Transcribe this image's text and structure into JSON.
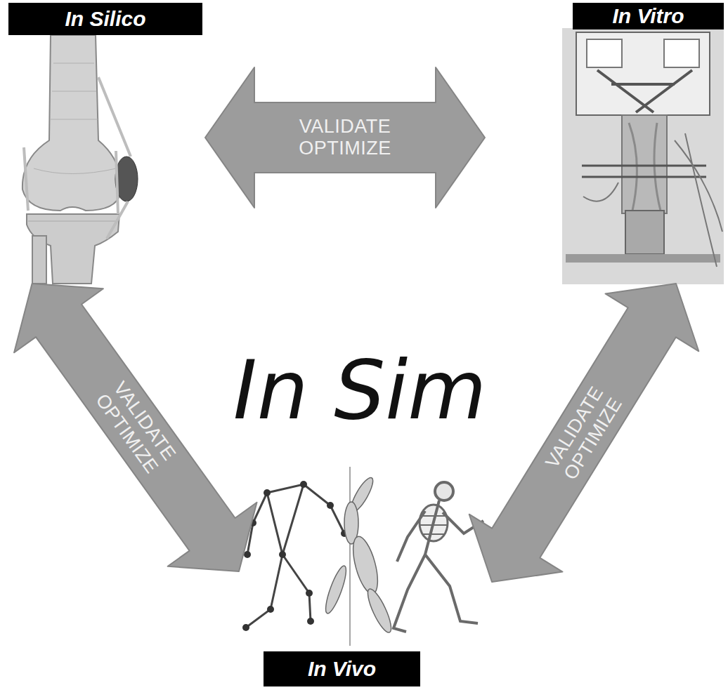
{
  "diagram": {
    "nodes": [
      {
        "text": [
          "In Silico"
        ]
      },
      {
        "text": [
          "In Vitro"
        ]
      },
      {
        "text": [
          "In Vivo"
        ]
      }
    ],
    "edges": [
      {
        "from": 0,
        "to": 1,
        "arrow": "both",
        "label": "VALIDATE OPTIMIZE"
      },
      {
        "from": 0,
        "to": 2,
        "arrow": "both",
        "label": "VALIDATE OPTIMIZE"
      },
      {
        "from": 1,
        "to": 2,
        "arrow": "both",
        "label": "VALIDATE OPTIMIZE"
      }
    ],
    "labels": [
      "In Sim"
    ]
  }
}
